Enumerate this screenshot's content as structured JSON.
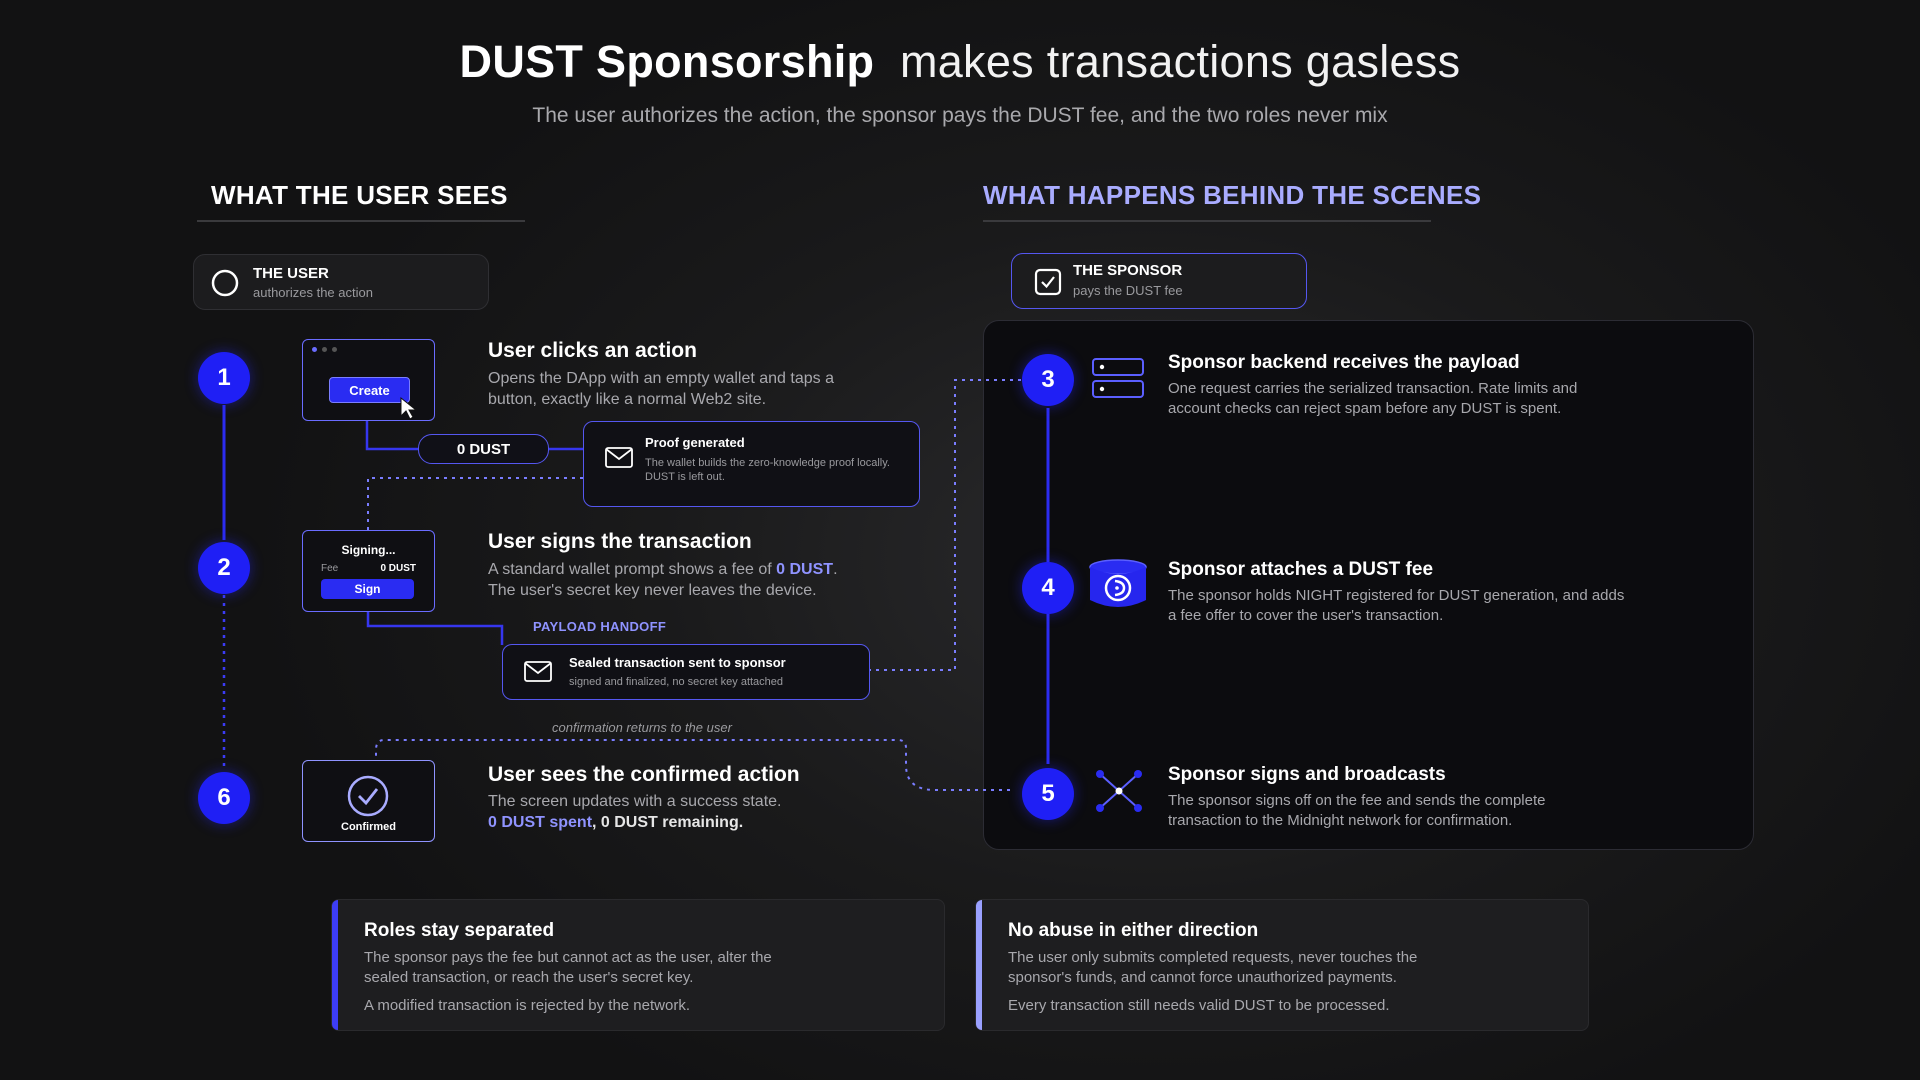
{
  "header": {
    "title_bold": "DUST Sponsorship",
    "title_rest": "makes transactions gasless",
    "subtitle": "The user authorizes the action, the sponsor pays the DUST fee, and the two roles never mix"
  },
  "left": {
    "heading": "WHAT THE USER SEES",
    "role": {
      "title": "THE USER",
      "subtitle": "authorizes the action"
    }
  },
  "right": {
    "heading": "WHAT HAPPENS BEHIND THE SCENES",
    "role": {
      "title": "THE SPONSOR",
      "subtitle": "pays the DUST fee"
    }
  },
  "steps": {
    "s1": {
      "num": "1",
      "title": "User clicks an action",
      "desc": "Opens the DApp with an empty wallet and taps a button, exactly like a normal Web2 site.",
      "button": "Create"
    },
    "s2": {
      "num": "2",
      "title": "User signs the transaction",
      "desc_a": "A standard wallet prompt shows a fee of ",
      "desc_hl": "0 DUST",
      "desc_b": ".",
      "desc_c": "The user's secret key never leaves the device.",
      "mock_title": "Signing...",
      "mock_fee_label": "Fee",
      "mock_fee_value": "0 DUST",
      "mock_button": "Sign"
    },
    "s3": {
      "num": "3",
      "title": "Sponsor backend receives the payload",
      "desc": "One request carries the serialized transaction. Rate limits and account checks can reject spam before any DUST is spent."
    },
    "s4": {
      "num": "4",
      "title": "Sponsor attaches a DUST fee",
      "desc": "The sponsor holds NIGHT registered for DUST generation, and adds a fee offer to cover the user's transaction."
    },
    "s5": {
      "num": "5",
      "title": "Sponsor signs and broadcasts",
      "desc": "The sponsor signs off on the fee and sends the complete transaction to the Midnight network for confirmation."
    },
    "s6": {
      "num": "6",
      "title": "User sees the confirmed action",
      "desc": "The screen updates with a success state.",
      "desc_hl": "0 DUST spent",
      "desc_sep": ", ",
      "desc_b": "0 DUST remaining.",
      "mock_label": "Confirmed"
    }
  },
  "flow": {
    "balance_pill": "0 DUST",
    "proof": {
      "title": "Proof generated",
      "desc": "The wallet builds the zero-knowledge proof locally. DUST is left out."
    },
    "handoff_label": "PAYLOAD HANDOFF",
    "sealed": {
      "title": "Sealed transaction sent to sponsor",
      "desc": "signed and finalized, no secret key attached"
    },
    "return_label": "confirmation returns to the user"
  },
  "notes": [
    {
      "title": "Roles stay separated",
      "desc": "The sponsor pays the fee but cannot act as the user, alter the sealed transaction, or reach the user's secret key.",
      "extra": "A modified transaction is rejected by the network.",
      "color": "#3d3df5"
    },
    {
      "title": "No abuse in either direction",
      "desc": "The user only submits completed requests, never touches the sponsor's funds, and cannot force unauthorized payments.",
      "extra": "Every transaction still needs valid DUST to be processed.",
      "color": "#9aa0ff"
    }
  ],
  "colors": {
    "accent": "#1f1ff5",
    "accent_light": "#8f93ff",
    "card_border": "#5557f0"
  },
  "icons": [
    "empty-circle-icon",
    "checkbox-icon",
    "cursor-icon",
    "envelope-icon",
    "server-icon",
    "dust-coin-icon",
    "network-nodes-icon",
    "check-circle-icon"
  ]
}
